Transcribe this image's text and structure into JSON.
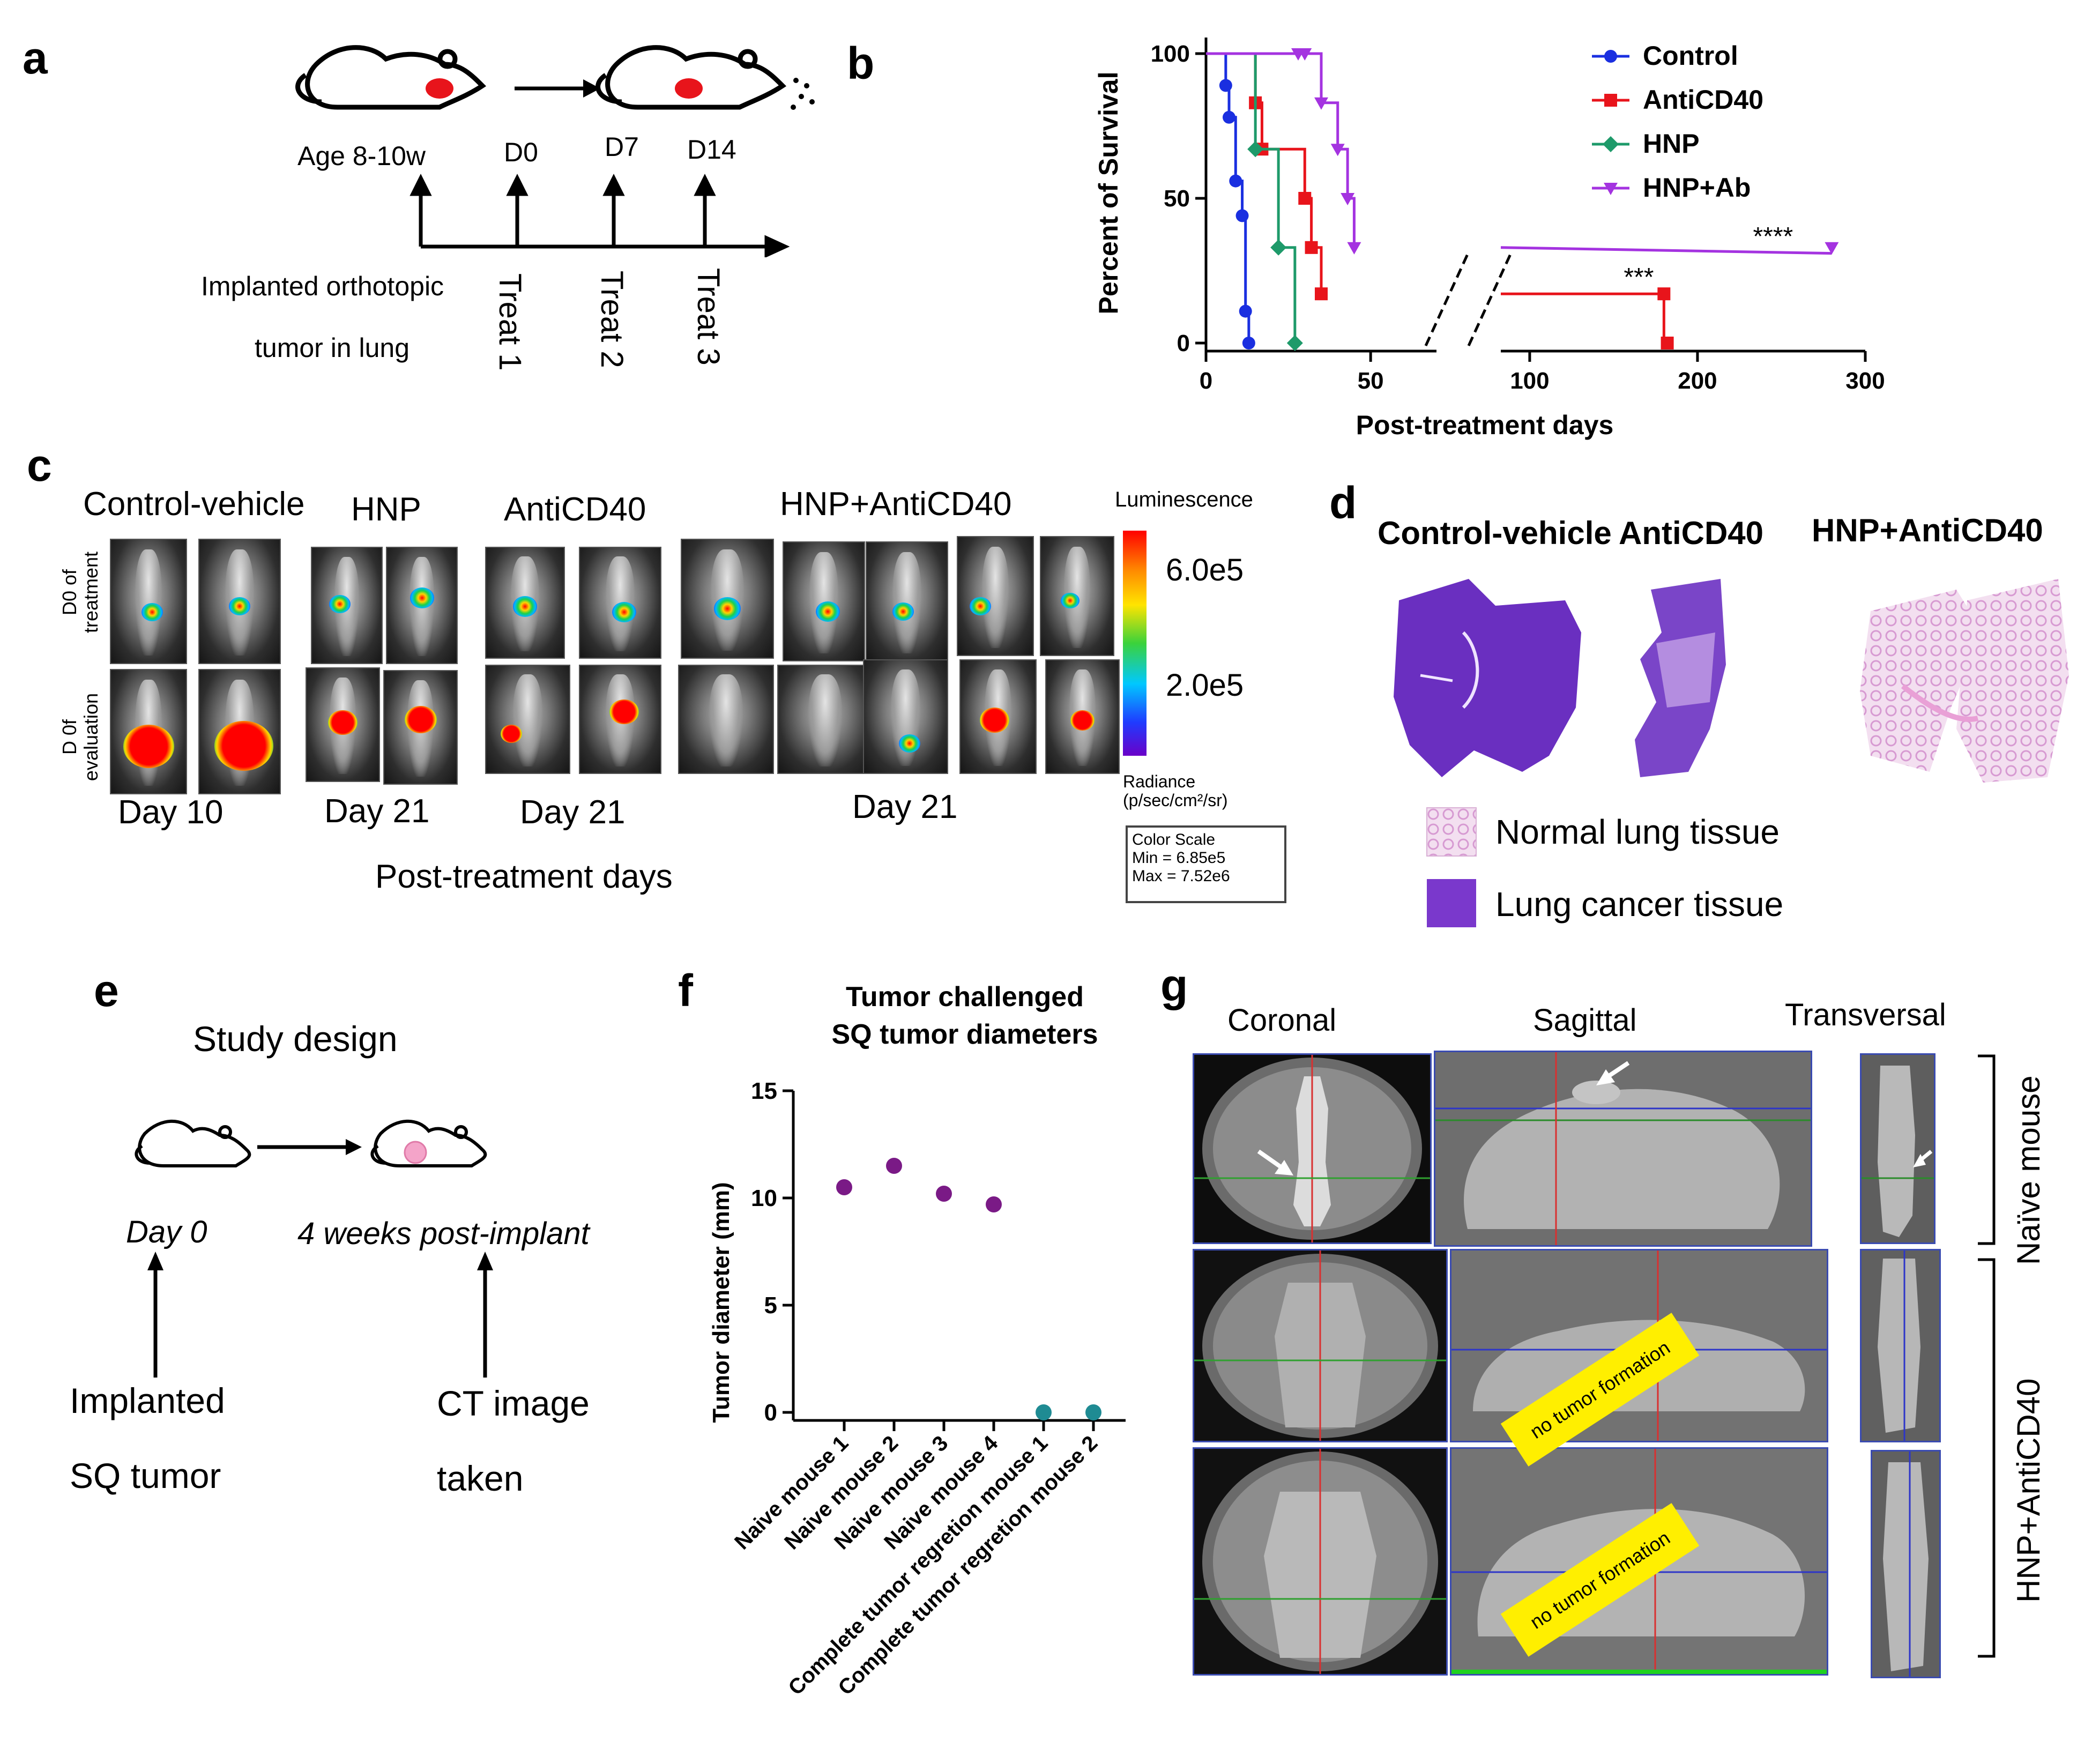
{
  "panel_labels": {
    "a": "a",
    "b": "b",
    "c": "c",
    "d": "d",
    "e": "e",
    "f": "f",
    "g": "g"
  },
  "panel_a": {
    "age": "Age 8-10w",
    "days": [
      "D0",
      "D7",
      "D14"
    ],
    "caption_line1": "Implanted orthotopic",
    "caption_line2": "tumor in lung",
    "treats": [
      "Treat 1",
      "Treat 2",
      "Treat 3"
    ]
  },
  "panel_b": {
    "ylabel": "Percent of Survival",
    "xlabel": "Post-treatment days",
    "yticks": [
      "0",
      "50",
      "100"
    ],
    "xticks_left": [
      "0",
      "50"
    ],
    "xticks_right": [
      "100",
      "200",
      "300"
    ],
    "legend": [
      "Control",
      "AntiCD40",
      "HNP",
      "HNP+Ab"
    ],
    "sig_antiCD40": "***",
    "sig_hnpab": "****",
    "colors": {
      "Control": "#1a2fe0",
      "AntiCD40": "#e8141b",
      "HNP": "#1e9a6a",
      "HNP+Ab": "#a433e0"
    }
  },
  "chart_data": {
    "type": "line",
    "xlabel": "Post-treatment days",
    "ylabel": "Percent of Survival",
    "ylim": [
      0,
      100
    ],
    "xlim": [
      0,
      300
    ],
    "series": [
      {
        "name": "Control",
        "x": [
          0,
          6,
          7,
          9,
          11,
          12,
          13
        ],
        "y": [
          100,
          89,
          78,
          56,
          44,
          11,
          0
        ]
      },
      {
        "name": "AntiCD40",
        "x": [
          0,
          15,
          17,
          30,
          32,
          35,
          180,
          182
        ],
        "y": [
          100,
          83,
          67,
          50,
          33,
          17,
          17,
          0
        ]
      },
      {
        "name": "HNP",
        "x": [
          0,
          15,
          22,
          27
        ],
        "y": [
          100,
          67,
          33,
          0
        ]
      },
      {
        "name": "HNP+Ab",
        "x": [
          0,
          28,
          30,
          35,
          40,
          43,
          45,
          280
        ],
        "y": [
          100,
          100,
          100,
          83,
          67,
          50,
          33,
          33
        ]
      }
    ]
  },
  "panel_c": {
    "groups": [
      "Control-vehicle",
      "HNP",
      "AntiCD40",
      "HNP+AntiCD40"
    ],
    "row_labels": [
      "D0 of treatment",
      "D 0f evaluation"
    ],
    "day_labels": [
      "Day 10",
      "Day 21",
      "Day 21",
      "Day 21"
    ],
    "xcaption": "Post-treatment days",
    "scale_title": "Luminescence",
    "scale_ticks": [
      "6.0e5",
      "2.0e5"
    ],
    "radiance": "Radiance",
    "radiance_units": "(p/sec/cm²/sr)",
    "colorscale": [
      "Color Scale",
      "Min = 6.85e5",
      "Max = 7.52e6"
    ]
  },
  "panel_d": {
    "groups": [
      "Control-vehicle",
      "AntiCD40",
      "HNP+AntiCD40"
    ],
    "legend": [
      "Normal lung tissue",
      "Lung cancer tissue"
    ]
  },
  "panel_e": {
    "title": "Study design",
    "day0": "Day 0",
    "post": "4 weeks post-implant",
    "left_caption": [
      "Implanted",
      "SQ tumor"
    ],
    "right_caption": [
      "CT image",
      "taken"
    ]
  },
  "panel_f": {
    "title_line1": "Tumor challenged",
    "title_line2": "SQ tumor diameters",
    "ylabel": "Tumor diameter (mm)",
    "yticks": [
      "0",
      "5",
      "10",
      "15"
    ],
    "categories": [
      "Naive mouse 1",
      "Naive mouse 2",
      "Naive mouse 3",
      "Naive mouse 4",
      "Complete tumor regretion mouse 1",
      "Complete tumor regretion mouse 2"
    ],
    "values": [
      10.5,
      11.5,
      10.2,
      9.7,
      0,
      0
    ],
    "colors": [
      "#7a1a86",
      "#7a1a86",
      "#7a1a86",
      "#7a1a86",
      "#1f8b93",
      "#1f8b93"
    ]
  },
  "panel_g": {
    "views": [
      "Coronal",
      "Sagittal",
      "Transversal"
    ],
    "row_labels": [
      "Naïve mouse",
      "HNP+AntiCD40"
    ],
    "note": "no tumor formation"
  }
}
